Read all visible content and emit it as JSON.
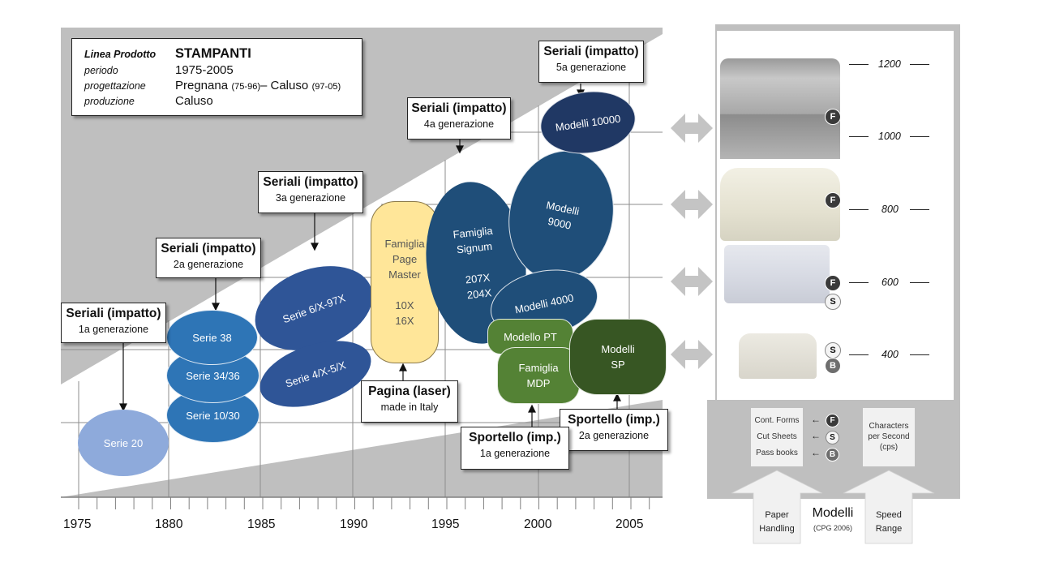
{
  "info": {
    "rows": [
      {
        "label": "Linea Prodotto",
        "value": "STAMPANTI"
      },
      {
        "label": "periodo",
        "value": "1975-2005"
      },
      {
        "label": "progettazione",
        "value_parts": [
          "Pregnana",
          "(75-96)",
          "– Caluso",
          "(97-05)"
        ]
      },
      {
        "label": "produzione",
        "value": "Caluso"
      }
    ]
  },
  "callouts": [
    {
      "title": "Seriali (impatto)",
      "subtitle": "1a generazione"
    },
    {
      "title": "Seriali (impatto)",
      "subtitle": "2a generazione"
    },
    {
      "title": "Seriali (impatto)",
      "subtitle": "3a generazione"
    },
    {
      "title": "Seriali (impatto)",
      "subtitle": "4a generazione"
    },
    {
      "title": "Seriali (impatto)",
      "subtitle": "5a generazione"
    },
    {
      "title": "Pagina (laser)",
      "subtitle": "made in Italy"
    },
    {
      "title": "Sportello (imp.)",
      "subtitle": "1a generazione"
    },
    {
      "title": "Sportello (imp.)",
      "subtitle": "2a generazione"
    }
  ],
  "bubbles": {
    "serie20": "Serie 20",
    "serie38": "Serie  38",
    "serie3436": "Serie  34/36",
    "serie1030": "Serie 10/30",
    "serie697": "Serie 6/X-97X",
    "serie45": "Serie 4/X-5/X",
    "pagemaster": "Famiglia\nPage\nMaster\n\n10X\n16X",
    "signum": "Famiglia\nSignum\n\n207X\n204X",
    "modelli9000": "Modelli\n9000",
    "modelli10000": "Modelli 10000",
    "modelli4000": "Modelli 4000",
    "modelloPT": "Modello PT",
    "mdp": "Famiglia\nMDP",
    "sp": "Modelli\nSP"
  },
  "colors": {
    "serie20": "#8eaadb",
    "serie_mid": "#2e75b6",
    "serie_dark": "#2f5597",
    "pagemaster": "#ffe699",
    "signum": "#1f4e79",
    "modelli10000": "#203864",
    "green_light": "#548235",
    "green_dark": "#375623",
    "wedge": "#bfbfbf"
  },
  "axis": {
    "years": [
      "1975",
      "1880",
      "1985",
      "1990",
      "1995",
      "2000",
      "2005"
    ]
  },
  "speed": {
    "values": [
      "1200",
      "1000",
      "800",
      "600",
      "400"
    ]
  },
  "printers": [
    {
      "name": "printer-10000",
      "badges": [
        "F"
      ]
    },
    {
      "name": "printer-9000",
      "badges": [
        "F"
      ]
    },
    {
      "name": "printer-4000",
      "badges": [
        "F",
        "S"
      ]
    },
    {
      "name": "printer-sp",
      "badges": [
        "S",
        "B"
      ]
    }
  ],
  "legend": {
    "paper_items": [
      {
        "label": "Cont. Forms",
        "badge": "F"
      },
      {
        "label": "Cut Sheets",
        "badge": "S"
      },
      {
        "label": "Pass books",
        "badge": "B"
      }
    ],
    "speed_box": "Characters\nper Second\n(cps)",
    "paper_handling": "Paper\nHandling",
    "speed_range": "Speed\nRange",
    "modelli_title": "Modelli",
    "modelli_sub": "(CPG 2006)"
  }
}
